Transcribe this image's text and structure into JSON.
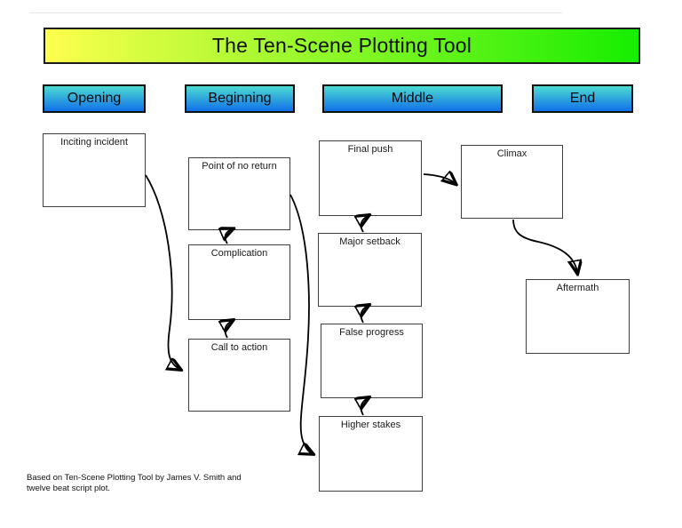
{
  "title": "The Ten-Scene Plotting Tool",
  "columns": [
    {
      "label": "Opening"
    },
    {
      "label": "Beginning"
    },
    {
      "label": "Middle"
    },
    {
      "label": "End"
    }
  ],
  "boxes": [
    {
      "label": "Inciting incident"
    },
    {
      "label": "Point of no return"
    },
    {
      "label": "Complication"
    },
    {
      "label": "Call to action"
    },
    {
      "label": "Final push"
    },
    {
      "label": "Major setback"
    },
    {
      "label": "False progress"
    },
    {
      "label": "Higher stakes"
    },
    {
      "label": "Climax"
    },
    {
      "label": "Aftermath"
    }
  ],
  "footer": "Based on Ten-Scene Plotting Tool by James V. Smith and\ntwelve beat script plot.",
  "colors": {
    "canvas_bg": "#ffffff",
    "title_grad_start": "#fdff4d",
    "title_grad_end": "#16ee00",
    "header_grad_top": "#4cdcd2",
    "header_grad_bottom": "#1170e8",
    "box_border": "#3f3f3f",
    "arrow": "#000000"
  }
}
